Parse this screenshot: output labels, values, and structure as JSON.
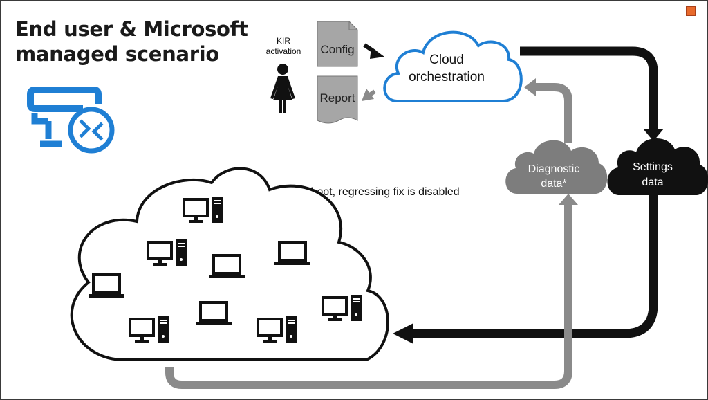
{
  "title": {
    "line1": "End user & Microsoft",
    "line2": "managed scenario"
  },
  "kir_label": {
    "line1": "KIR",
    "line2": "activation"
  },
  "documents": {
    "config": "Config",
    "report": "Report"
  },
  "cloud_orchestration": {
    "line1": "Cloud",
    "line2": "orchestration"
  },
  "diagnostic_data": {
    "line1": "Diagnostic",
    "line2": "data*"
  },
  "settings_data": {
    "line1": "Settings",
    "line2": "data"
  },
  "fleet_note": "After reboot, regressing fix is disabled",
  "icons": {
    "remote_desktop": "remote-desktop-icon",
    "user": "person-icon",
    "desktop": "desktop-computer-icon",
    "laptop": "laptop-icon"
  },
  "colors": {
    "accent_blue": "#1f7fd4",
    "dark": "#111111",
    "grey_arrow": "#8a8a8a",
    "grey_cloud": "#7d7d7d",
    "doc_fill": "#a6a6a6"
  }
}
